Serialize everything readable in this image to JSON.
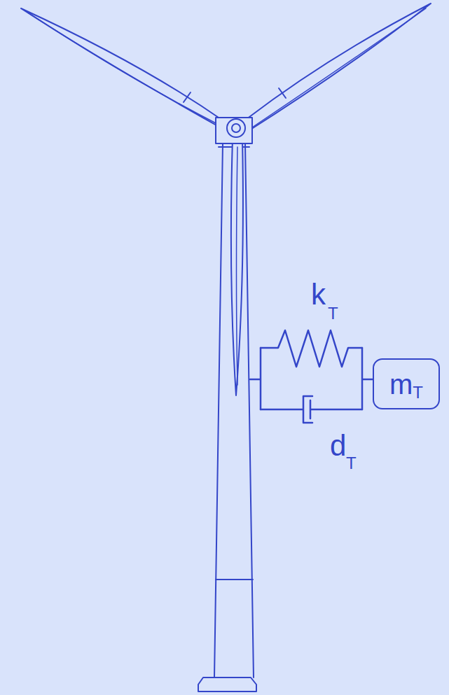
{
  "diagram": {
    "nodes": [
      {
        "text": [
          "m",
          "T"
        ]
      }
    ],
    "labels": [
      "k",
      "T",
      "d",
      "T"
    ]
  }
}
